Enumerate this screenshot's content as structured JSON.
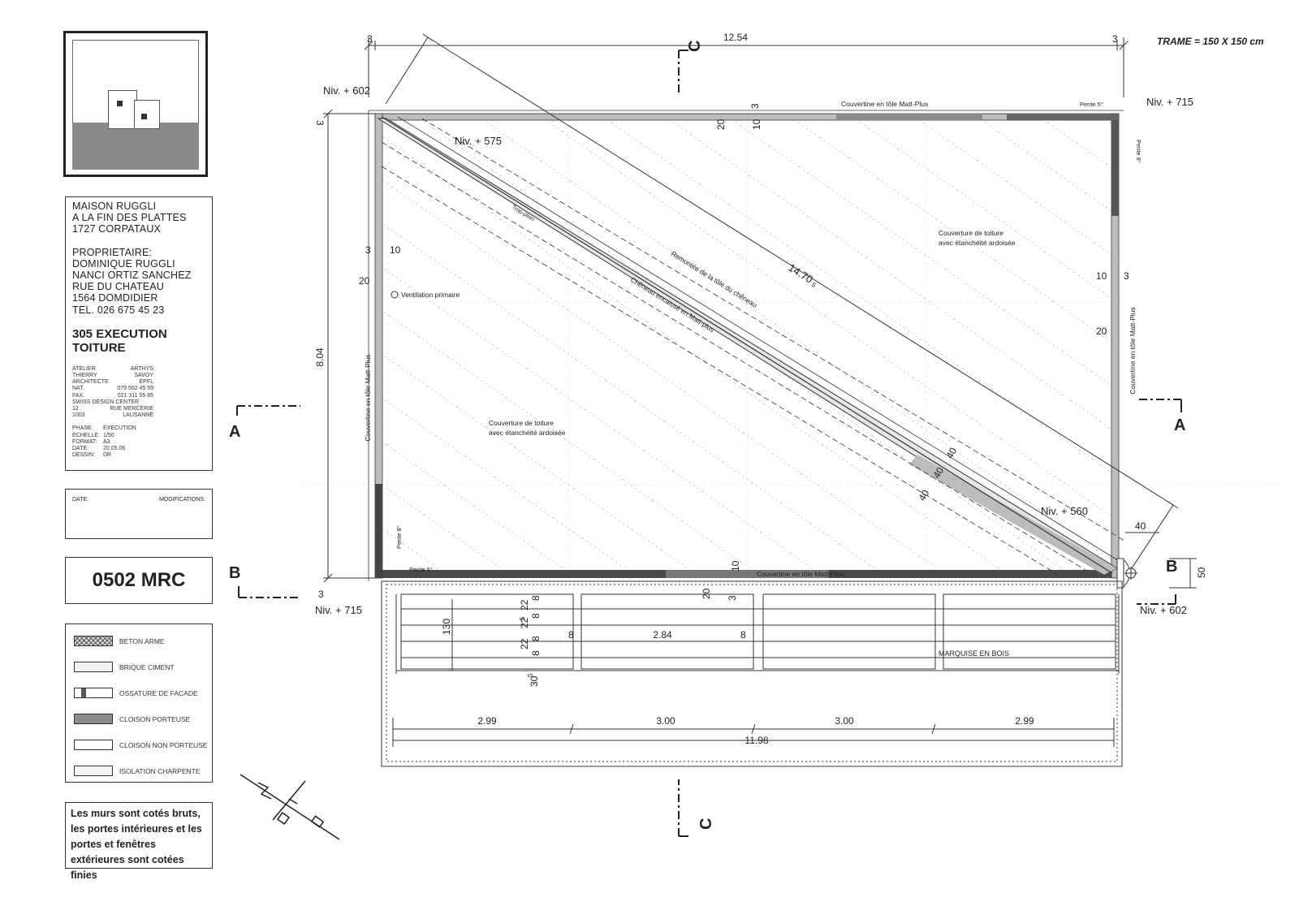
{
  "thumbnail": {
    "desc_icon": "house-elevation-icon"
  },
  "info": {
    "project_lines": [
      "MAISON RUGGLI",
      "A LA FIN DES PLATTES",
      "1727 CORPATAUX"
    ],
    "owner_lines": [
      "PROPRIETAIRE:",
      "DOMINIQUE RUGGLI",
      "NANCI ORTIZ SANCHEZ",
      "RUE DU CHATEAU",
      "1564 DOMDIDIER",
      "TEL. 026 675 45 23"
    ],
    "sheet_title_1": "305 EXECUTION",
    "sheet_title_2": "TOITURE",
    "atelier": [
      [
        "ATELIER",
        "ARTHYS"
      ],
      [
        "THIERRY",
        "SAVOY"
      ],
      [
        "ARCHITECTE",
        "EPFL"
      ],
      [
        "NAT.",
        "079 502 45 59"
      ],
      [
        "FAX.",
        "021 311 55 85"
      ],
      [
        "SWISS DESIGN CENTER",
        ""
      ],
      [
        "12",
        "RUE MERCERIE"
      ],
      [
        "1003",
        "LAUSANNE"
      ]
    ],
    "phase": [
      [
        "PHASE:",
        "EXECUTION"
      ],
      [
        "ECHELLE:",
        "1/50"
      ],
      [
        "FORMAT:",
        "A3"
      ],
      [
        "DATE:",
        "20.05.06"
      ],
      [
        "DESSIN:",
        "DR"
      ]
    ]
  },
  "modifications": {
    "date_label": "DATE:",
    "mods_label": "MODIFICATIONS:"
  },
  "drawing_code": "0502 MRC",
  "legend": [
    {
      "label": "BETON ARME",
      "fill": "#777777"
    },
    {
      "label": "BRIQUE CIMENT",
      "fill": "#f2f2f2"
    },
    {
      "label": "OSSATURE DE FACADE",
      "fill": "#ffffff"
    },
    {
      "label": "CLOISON PORTEUSE",
      "fill": "#8c8c8c"
    },
    {
      "label": "CLOISON NON PORTEUSE",
      "fill": "#ffffff"
    },
    {
      "label": "ISOLATION CHARPENTE",
      "fill": "#f4f4f4"
    }
  ],
  "note": "Les murs sont cotés bruts, les portes intérieures et les portes et fenêtres extérieures sont cotées finies",
  "trame": "TRAME = 150 X 150 cm",
  "plan": {
    "colors": {
      "wall": "#4a4a4a",
      "line": "#333333",
      "hatch": "#9a9a9a"
    },
    "dimensions": {
      "top_width": "12.54",
      "top_left_3": "3",
      "top_right_3": "3",
      "height": "8.04",
      "diag": "14.70",
      "diag_sup": "5",
      "left_3": "3",
      "left_3b": "3",
      "left_10": "10",
      "left_20": "20",
      "left_3c": "3",
      "right_10": "10",
      "right_3": "3",
      "right_20": "20",
      "top_20": "20",
      "top_10": "10",
      "top_3": "3",
      "bot_10": "10",
      "bot_20": "20",
      "bot_3": "3",
      "d40a": "40",
      "d40b": "40",
      "d40c": "40",
      "d40r": "40",
      "d50": "50",
      "bay_284": "2.84",
      "bay_8a": "8",
      "bay_8b": "8",
      "v130": "130",
      "v22a": "22",
      "v225a": "22",
      "v225sup": "5",
      "v8a": "8",
      "v8b": "8",
      "v225b": "22",
      "v8c": "8",
      "v8d": "8",
      "v30": "30",
      "v30sup": "5",
      "b299a": "2.99",
      "b300a": "3.00",
      "b300b": "3.00",
      "b299b": "2.99",
      "b1198": "11.98"
    },
    "levels": {
      "tl": "Niv. + 602",
      "tr": "Niv. + 715",
      "bl": "Niv. + 715",
      "br": "Niv. + 602",
      "mid": "Niv. + 575",
      "low": "Niv. + 560"
    },
    "annotations": {
      "couvertine_top": "Couvertine en tôle Matt-Plus",
      "couvertine_bot": "Couvertine en tôle Matt-Plus",
      "couvertine_left": "Couvertine en tôle Matt-Plus",
      "couvertine_right": "Couvertine en tôle Matt-Plus",
      "pente_top": "Pente 5°",
      "pente_right": "Pente 8°",
      "pente_left": "Pente 8°",
      "pente_bot": "Pente 5°",
      "couverture_right_1": "Couverture de toiture",
      "couverture_right_2": "avec étanchéité ardoisée",
      "couverture_left_1": "Couverture de toiture",
      "couverture_left_2": "avec étanchéité ardoisée",
      "ventilation": "Ventilation primaire",
      "remontee": "Remontée de la tôle du chêneau",
      "cheneau": "Chêneau encaissé en Matt-plus",
      "trop_plein": "Trop-plein",
      "marquise": "MARQUISE EN BOIS"
    },
    "sections": {
      "a": "A",
      "b": "B",
      "c": "C"
    }
  }
}
